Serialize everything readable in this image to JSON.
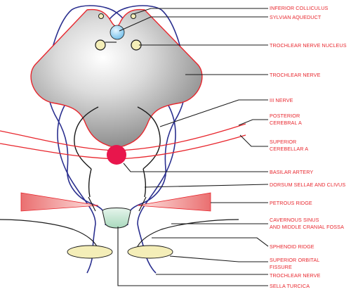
{
  "labels": {
    "inferior_colliculus": "INFERIOR COLLICULUS",
    "sylvian_aqueduct": "SYLVIAN AQUEDUCT",
    "trochlear_nerve_nucleus": "TROCHLEAR NERVE NUCLEUS",
    "trochlear_nerve_upper": "TROCHLEAR NERVE",
    "iii_nerve": "III NERVE",
    "posterior_cerebral_a": [
      "POSTERIOR",
      "CEREBRAL A"
    ],
    "superior_cerebellar_a": [
      "SUPERIOR",
      "CEREBELLAR A"
    ],
    "basilar_artery": "BASILAR ARTERY",
    "dorsum_sellae": "DORSUM SELLAE AND CLIVUS",
    "petrous_ridge": "PETROUS RIDGE",
    "cavernous_sinus": [
      "CAVERNOUS SINUS",
      "AND MIDDLE CRANIAL FOSSA"
    ],
    "sphenoid_ridge": "SPHENOID RIDGE",
    "superior_orbital_fissure": [
      "SUPERIOR ORBITAL",
      "FISSURE"
    ],
    "trochlear_nerve_lower": "TROCHLEAR NERVE",
    "sella_turcica": "SELLA TURCICA"
  },
  "colors": {
    "label": "#e8262d",
    "nerve": "#2a2f8f",
    "vessel": "#e8262d",
    "leader": "#1a1a1a",
    "midbrain_fill": "#8a8a8a",
    "aqueduct": "#7fc6ee",
    "nucleus": "#f4eeb8",
    "petrous": "#f08a8a",
    "sella": "#bfe3cf"
  }
}
